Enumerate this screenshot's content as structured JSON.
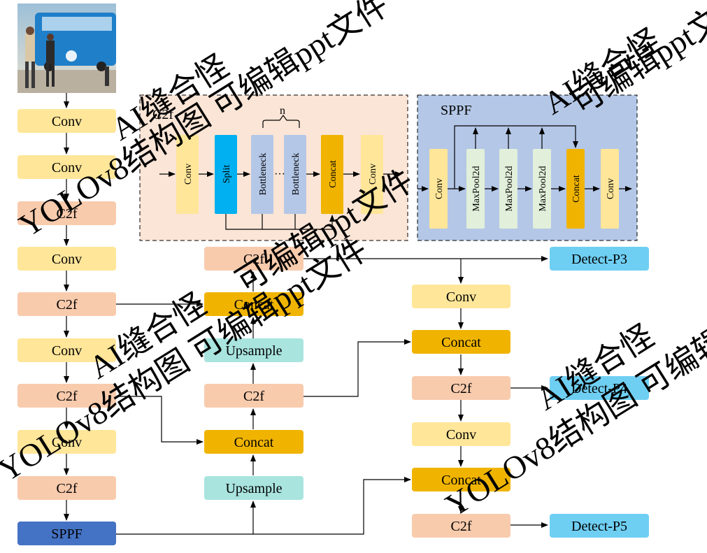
{
  "colors": {
    "conv": "#FFE699",
    "c2f": "#F8CBAD",
    "concat": "#F0B400",
    "upsample": "#A9E4DF",
    "sppf": "#4472C4",
    "detect": "#6FCFF3",
    "split": "#00B0F0",
    "bottleneck": "#B4C7E7",
    "maxpool": "#E2EFDA",
    "c2f_panel": "#FBE5D6",
    "sppf_panel": "#B4C7E7"
  },
  "photo": {
    "description_icon": "bus-photo"
  },
  "backbone": [
    "Conv",
    "Conv",
    "C2f",
    "Conv",
    "C2f",
    "Conv",
    "C2f",
    "Conv",
    "C2f",
    "SPPF"
  ],
  "neck": {
    "c2f_top": "C2f",
    "concat_a": "Concat",
    "upsample_a": "Upsample",
    "c2f_mid": "C2f",
    "concat_b": "Concat",
    "upsample_b": "Upsample"
  },
  "head": {
    "conv_a": "Conv",
    "concat_a": "Concat",
    "c2f_a": "C2f",
    "conv_b": "Conv",
    "concat_b": "Concat",
    "c2f_b": "C2f"
  },
  "detect": {
    "p3": "Detect-P3",
    "p4": "Detect-P4",
    "p5": "Detect-P5"
  },
  "c2f_panel": {
    "title": "C2f",
    "n_label": "n",
    "blocks": [
      "Conv",
      "Split",
      "Bottleneck",
      "Bottleneck",
      "Concat",
      "Conv"
    ],
    "dots": "···"
  },
  "sppf_panel": {
    "title": "SPPF",
    "blocks": [
      "Conv",
      "MaxPool2d",
      "MaxPool2d",
      "MaxPool2d",
      "Concat",
      "Conv"
    ]
  },
  "watermarks": [
    "AI缝合怪",
    "YOLOv8结构图 可编辑ppt文件",
    "AI缝合怪",
    "可编辑ppt文件",
    "AI缝合怪",
    "YOLOv8结构图 可编辑ppt文件",
    "AI缝合怪",
    "YOLOv8结构图 可编辑ppt文件",
    "可编辑ppt文件"
  ]
}
